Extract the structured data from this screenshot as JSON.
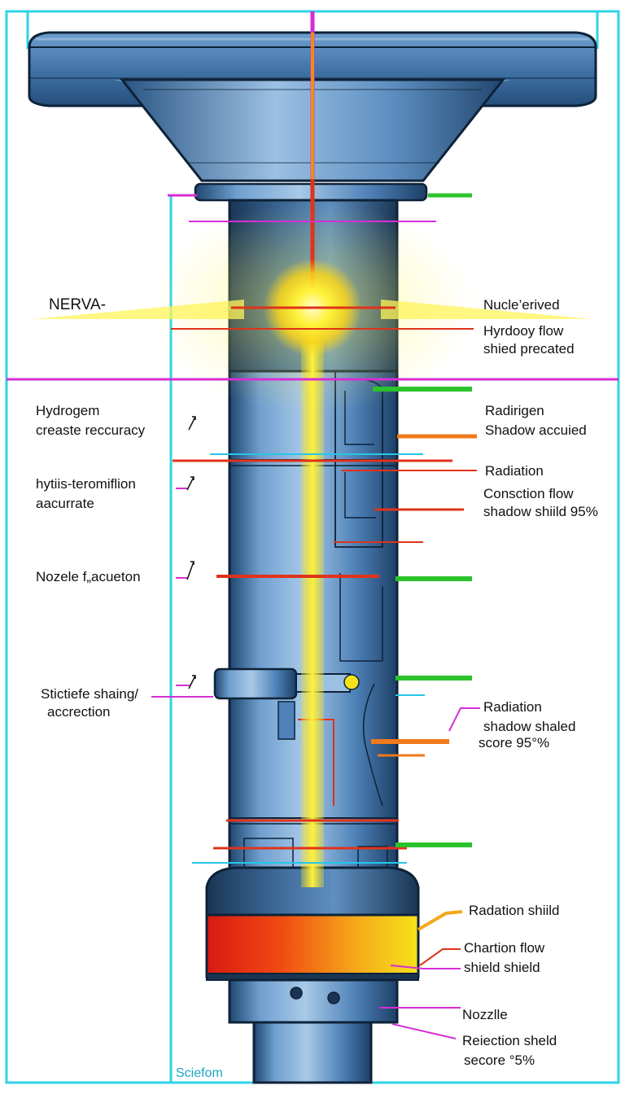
{
  "colors": {
    "steel_light": "#8fb6da",
    "steel_mid": "#4f82b8",
    "steel_dark": "#1f4670",
    "outline": "#0d2238",
    "frame": "#2fd3e6",
    "magenta": "#d62ed6",
    "green": "#2bc32b",
    "red": "#e0331a",
    "orange": "#f07a1a",
    "yellow": "#f5e61a",
    "cyan": "#25c6e8"
  },
  "labels": {
    "nerva": "NERVA-",
    "nuclear_derived": "Nucle’erived",
    "hydrogen_flow_line1": "Hyrdooy flow",
    "hydrogen_flow_line2": "shied precated",
    "hydrogen_create_line1": "Hydrogem",
    "hydrogen_create_line2": "creaste reccuracy",
    "hytiis_line1": "hytiis-teromiflion",
    "hytiis_line2": "aacurrate",
    "nozele": "Nozele f„acueton",
    "stictiefe_line1": "Stictiefe shaing/",
    "stictiefe_line2": "accrection",
    "radirigen_line1": "Radirigen",
    "radirigen_line2": "Shadow accuied",
    "radiation": "Radiation",
    "conscion_line1": "Consction flow",
    "conscion_line2": "shadow shiild 95%",
    "radiation_score_line1": "Radiation",
    "radiation_score_line2": "shadow shaled",
    "radiation_score_line3": "score 95°%",
    "radiation_shield": "Radation shiild",
    "chartion_line1": "Chartion flow",
    "chartion_line2": "shield shield",
    "nozzle": "Nozzlle",
    "reiection_line1": "Reiection sheld",
    "reiection_line2": "secore °5%",
    "sciefom": "Sciefom"
  }
}
